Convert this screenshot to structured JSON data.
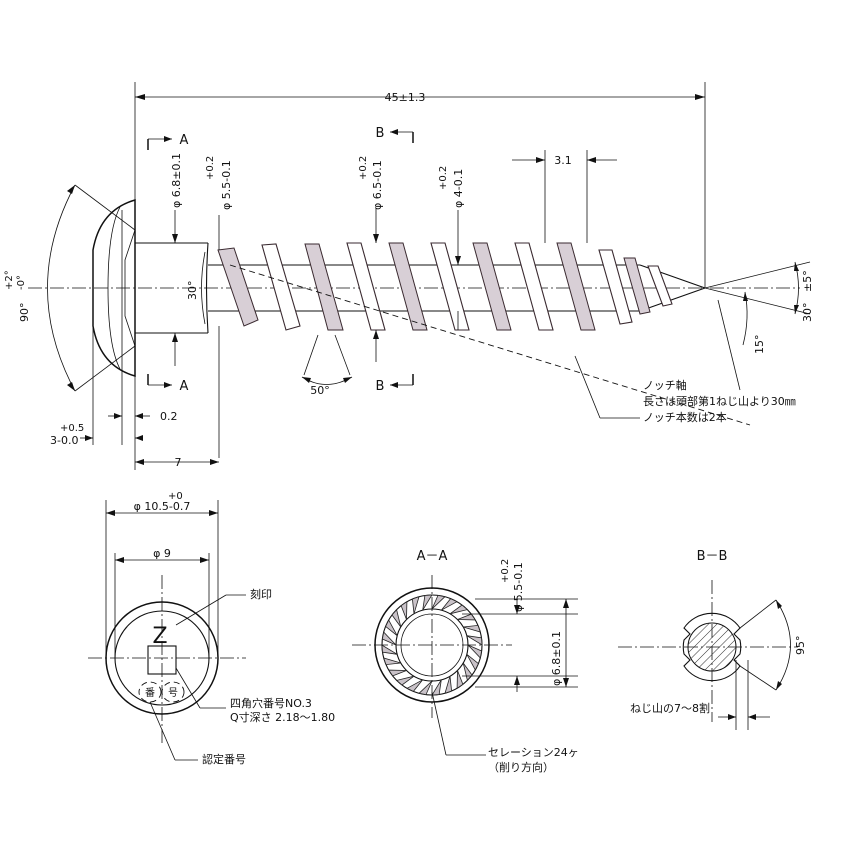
{
  "dimensions": {
    "overall_length": "45±1.3",
    "section_a": "A",
    "section_b": "B",
    "head_dia": "φ 6.8±0.1",
    "neck_dia_tol": "+0.2",
    "neck_dia": "φ 5.5-0.1",
    "thread_major_tol": "+0.2",
    "thread_major": "φ 6.5-0.1",
    "thread_minor_tol": "+0.2",
    "thread_minor": "φ 4-0.1",
    "pitch": "3.1",
    "head_angle": "90°",
    "head_angle_tol_plus": "+2°",
    "head_angle_tol_minus": "-0°",
    "under_head_angle": "30°",
    "notch_angle": "50°",
    "point_angle": "30°",
    "point_angle_tol": "±5°",
    "notch_axis_angle": "15°",
    "head_height_tol": "+0.5",
    "head_height": "3-0.0",
    "head_step": "0.2",
    "neck_length": "7"
  },
  "notes": {
    "notch_title": "ノッチ軸",
    "notch_line1": "長さは頭部第1ねじ山より30㎜",
    "notch_line2": "ノッチ本数は2本"
  },
  "head_view": {
    "outer_dia_tol": "+0",
    "outer_dia": "φ 10.5-0.7",
    "inner_dia": "φ 9",
    "marking_label": "刻印",
    "marking_char": "Z",
    "stamp_left": "番",
    "stamp_right": "号",
    "recess_line1": "四角穴番号NO.3",
    "recess_line2": "Q寸深さ 2.18～1.80",
    "cert_label": "認定番号"
  },
  "section_aa": {
    "title": "A－A",
    "inner_dia_tol": "+0.2",
    "inner_dia": "φ 5.5-0.1",
    "outer_dia": "φ 6.8±0.1",
    "serration_line1": "セレーション24ヶ",
    "serration_line2": "（削り方向）"
  },
  "section_bb": {
    "title": "B－B",
    "angle": "95°",
    "note": "ねじ山の7～8割"
  }
}
